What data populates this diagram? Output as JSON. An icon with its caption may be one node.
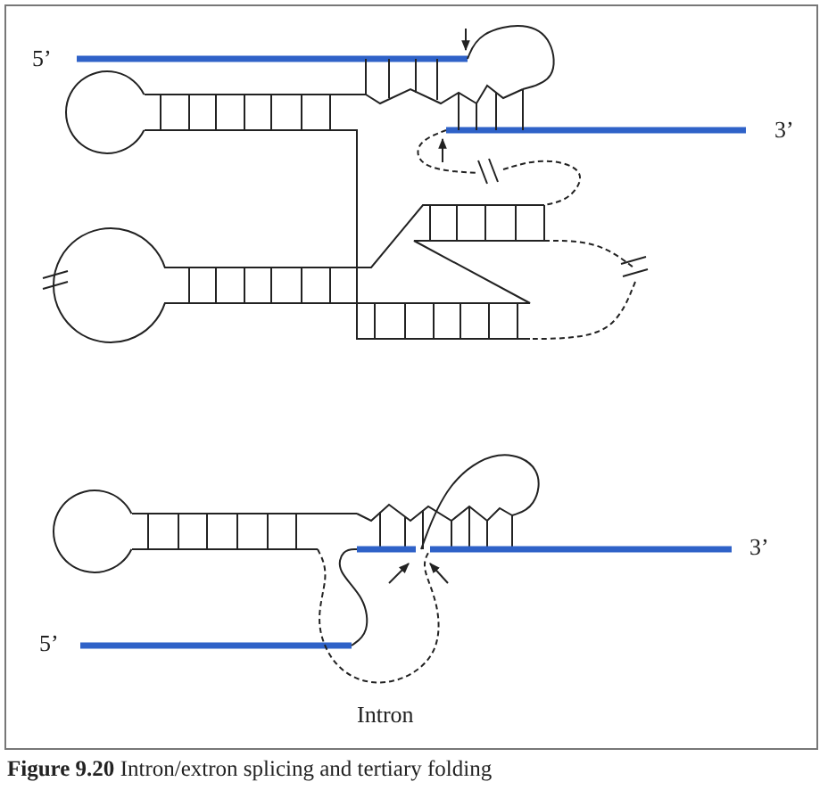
{
  "diagram": {
    "caption": "**Figure 9.20** Intron/extron splicing and tertiary folding",
    "labels": [
      "5’",
      "3’",
      "5’",
      "3’",
      "Intron"
    ]
  }
}
